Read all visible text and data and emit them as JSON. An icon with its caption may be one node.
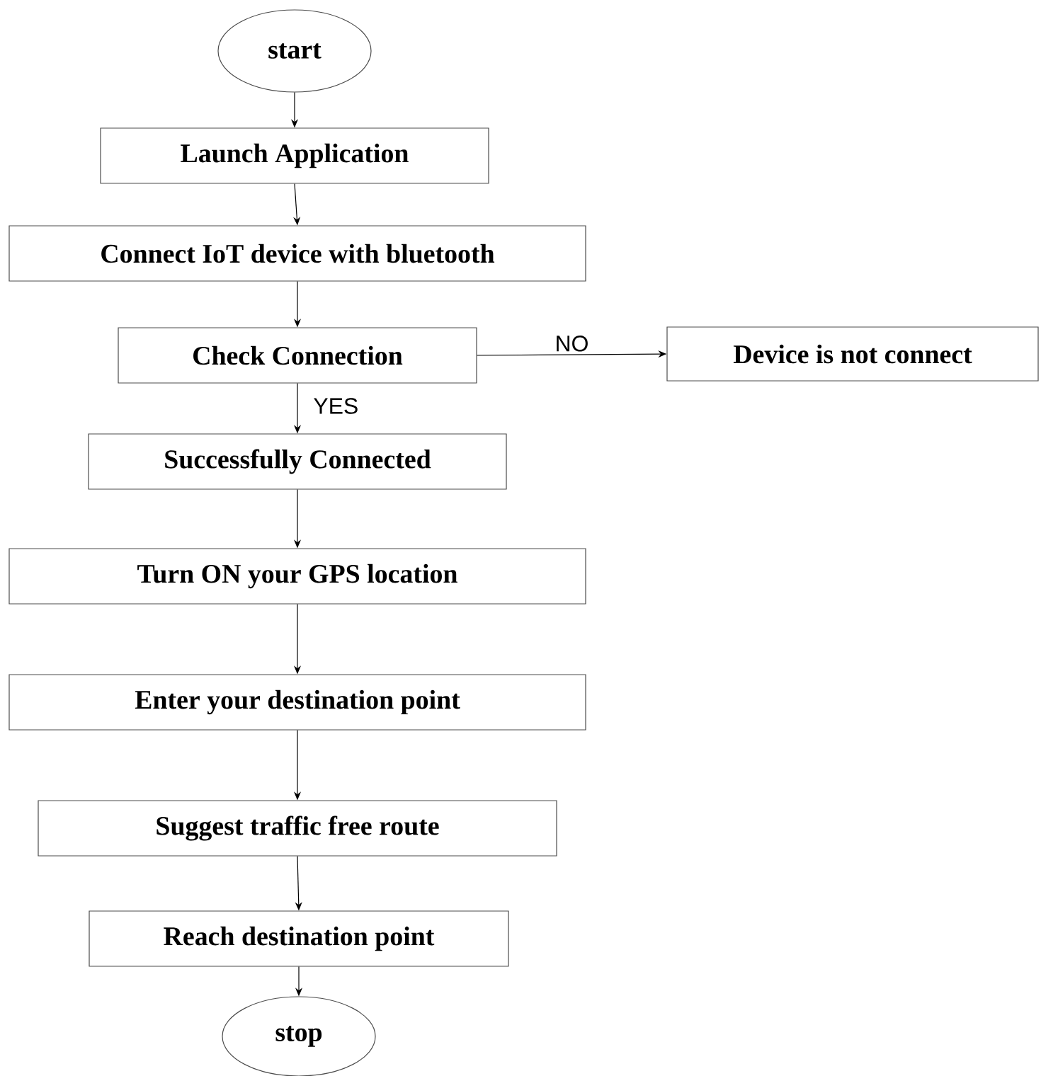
{
  "diagram": {
    "nodes": [
      {
        "text": [
          "start"
        ]
      },
      {
        "text": [
          "Launch Application"
        ]
      },
      {
        "text": [
          "Connect IoT device with bluetooth"
        ]
      },
      {
        "text": [
          "Check Connection"
        ]
      },
      {
        "text": [
          "Device is not connect"
        ]
      },
      {
        "text": [
          "Successfully Connected"
        ]
      },
      {
        "text": [
          "Turn ON your GPS location"
        ]
      },
      {
        "text": [
          "Enter your destination point"
        ]
      },
      {
        "text": [
          "Suggest traffic free route"
        ]
      },
      {
        "text": [
          "Reach destination point"
        ]
      },
      {
        "text": [
          "stop"
        ]
      }
    ],
    "edges": [
      {
        "from": 0,
        "to": 1,
        "arrow": "to"
      },
      {
        "from": 1,
        "to": 2,
        "arrow": "to"
      },
      {
        "from": 2,
        "to": 3,
        "arrow": "to"
      },
      {
        "from": 3,
        "to": 4,
        "arrow": "to",
        "label": "NO"
      },
      {
        "from": 3,
        "to": 5,
        "arrow": "to",
        "label": "YES"
      },
      {
        "from": 5,
        "to": 6,
        "arrow": "to"
      },
      {
        "from": 6,
        "to": 7,
        "arrow": "to"
      },
      {
        "from": 7,
        "to": 8,
        "arrow": "to"
      },
      {
        "from": 8,
        "to": 9,
        "arrow": "to"
      },
      {
        "from": 9,
        "to": 10,
        "arrow": "to"
      }
    ]
  }
}
